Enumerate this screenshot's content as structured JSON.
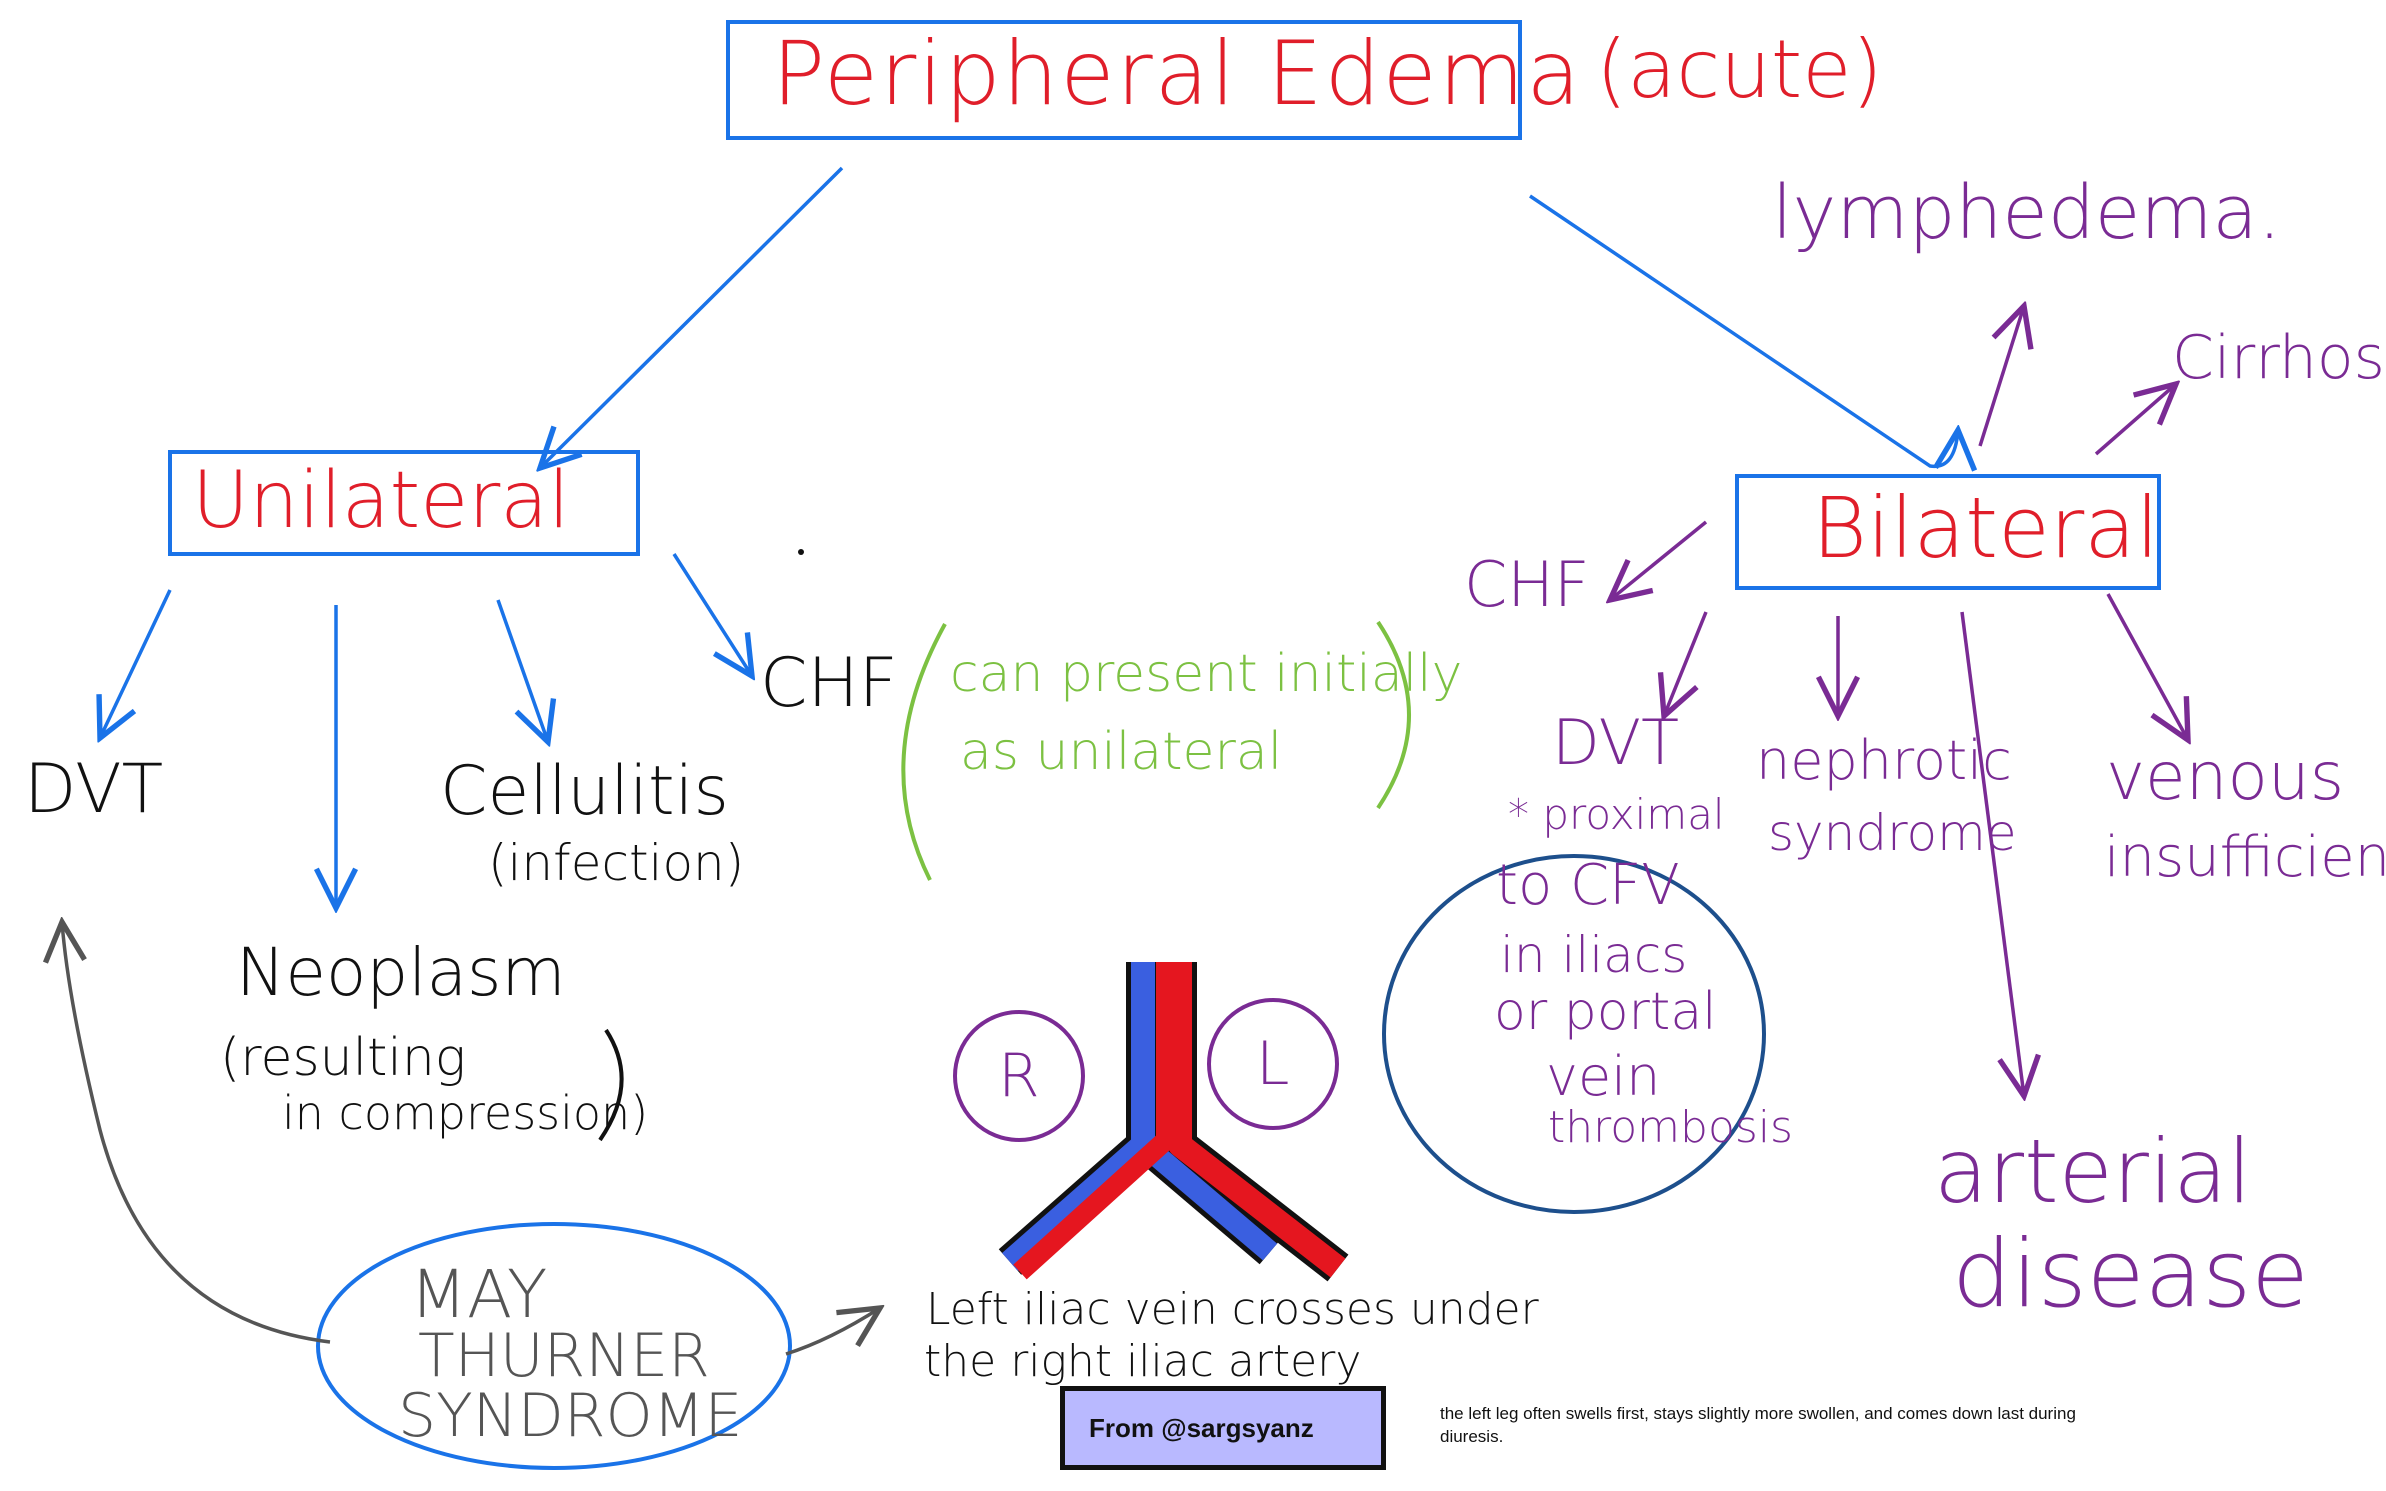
{
  "title": {
    "main": "Peripheral Edema",
    "qualifier": "(acute)"
  },
  "unilateral": {
    "heading": "Unilateral",
    "causes": {
      "dvt": "DVT",
      "neoplasm": "Neoplasm",
      "neoplasm_note_1": "(resulting",
      "neoplasm_note_2": "in compression)",
      "cellulitis": "Cellulitis",
      "cellulitis_note": "(infection)",
      "chf": "CHF",
      "chf_note_1": "can present initially",
      "chf_note_2": "as unilateral"
    },
    "may_thurner": {
      "line1": "MAY",
      "line2": "THURNER",
      "line3": "SYNDROME"
    }
  },
  "bilateral": {
    "heading": "Bilateral",
    "causes": {
      "lymphedema": "lymphedema.",
      "cirrhosis": "Cirrhosis",
      "chf": "CHF",
      "dvt": "DVT",
      "dvt_note_1": "* proximal",
      "dvt_note_2": "to CFV",
      "dvt_note_3": "in iliacs",
      "dvt_note_4": "or portal",
      "dvt_note_5": "vein",
      "dvt_note_6": "thrombosis",
      "nephrotic_1": "nephrotic",
      "nephrotic_2": "syndrome",
      "venous_1": "venous",
      "venous_2": "insufficiency",
      "arterial_1": "arterial",
      "arterial_2": "disease"
    }
  },
  "anatomy": {
    "right_label": "R",
    "left_label": "L",
    "caption_1": "Left iliac vein crosses under",
    "caption_2": "the right iliac artery"
  },
  "credit": "From @sargsyanz",
  "footnote": "the left leg often swells first, stays slightly more swollen, and comes down last during diuresis.",
  "colors": {
    "title_text": "#e01e2a",
    "box_border": "#1a73e8",
    "bilateral_causes": "#7a2b94",
    "chf_note": "#7cc142",
    "dvt_oval": "#1d4f8c",
    "vein": "#3a5fe0",
    "artery": "#e5161f",
    "credit_bg": "#b9b9ff"
  }
}
